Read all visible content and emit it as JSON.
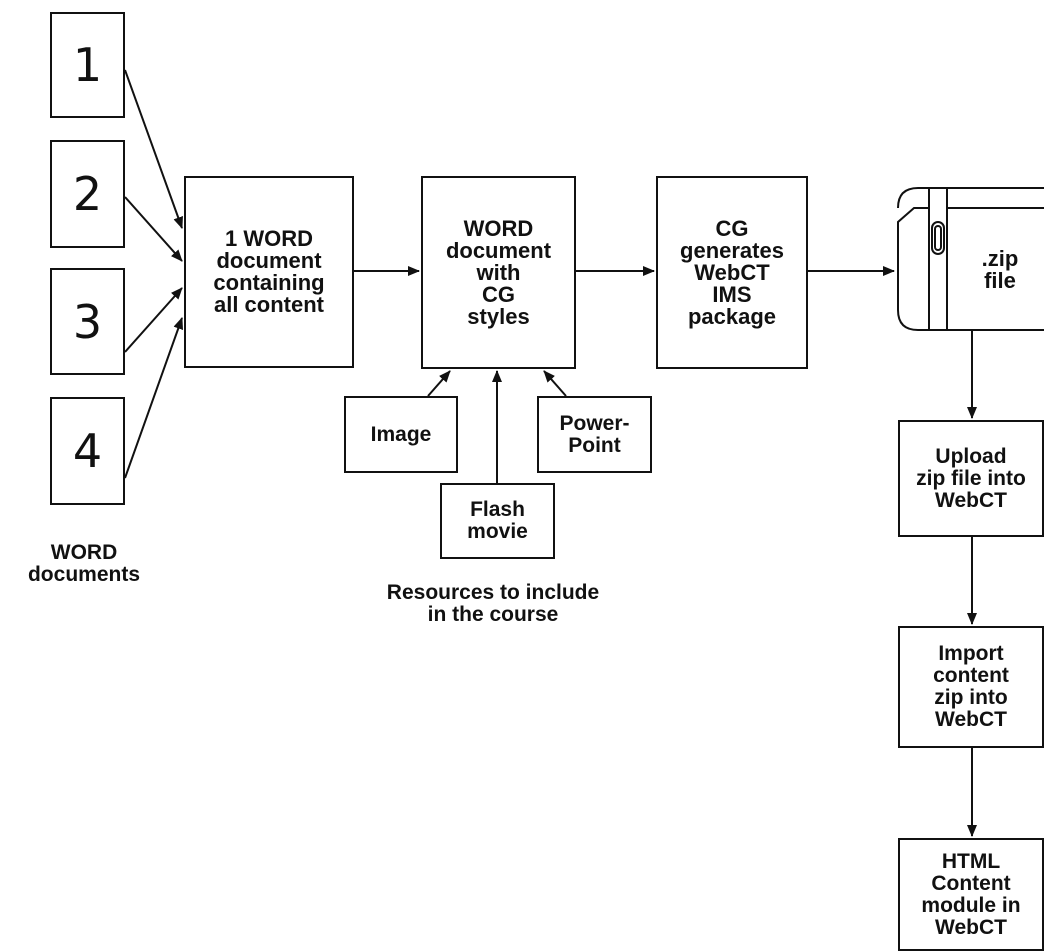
{
  "diagram": {
    "sources": [
      "1",
      "2",
      "3",
      "4"
    ],
    "sources_caption": "WORD\ndocuments",
    "merge_box": "1 WORD\ndocument\ncontaining\nall content",
    "styled_box": "WORD\ndocument\nwith\nCG\nstyles",
    "generate_box": "CG\ngenerates\nWebCT\nIMS\npackage",
    "zip_label": ".zip\nfile",
    "resources": {
      "image": "Image",
      "flash": "Flash\nmovie",
      "powerpoint": "Power-\nPoint",
      "caption": "Resources to include\nin the course"
    },
    "steps": {
      "upload": "Upload\nzip file into\nWebCT",
      "import": "Import\ncontent\nzip into\nWebCT",
      "html": "HTML\nContent\nmodule in\nWebCT"
    }
  }
}
